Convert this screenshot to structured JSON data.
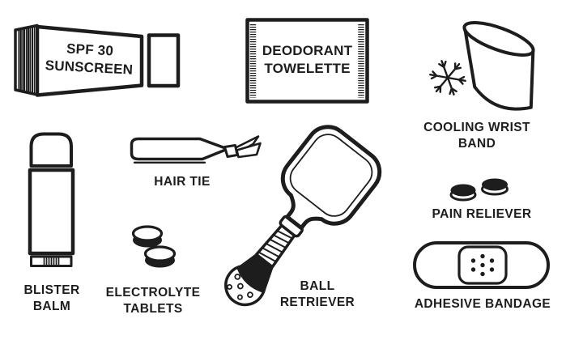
{
  "theme": {
    "background": "#ffffff",
    "ink": "#1d1d1d"
  },
  "title": "Pickleball bag essentials illustration",
  "items": {
    "sunscreen": {
      "text_line1": "SPF 30",
      "text_line2": "SUNSCREEN"
    },
    "deodorant": {
      "text_line1": "DEODORANT",
      "text_line2": "TOWELETTE"
    },
    "cooling_band": {
      "label_line1": "COOLING WRIST",
      "label_line2": "BAND"
    },
    "hair_tie": {
      "label": "HAIR TIE"
    },
    "blister_balm": {
      "label_line1": "BLISTER",
      "label_line2": "BALM"
    },
    "electrolyte_tablets": {
      "label_line1": "ELECTROLYTE",
      "label_line2": "TABLETS"
    },
    "ball_retriever": {
      "label_line1": "BALL",
      "label_line2": "RETRIEVER"
    },
    "pain_reliever": {
      "label": "PAIN RELIEVER"
    },
    "adhesive_bandage": {
      "label": "ADHESIVE BANDAGE"
    }
  }
}
